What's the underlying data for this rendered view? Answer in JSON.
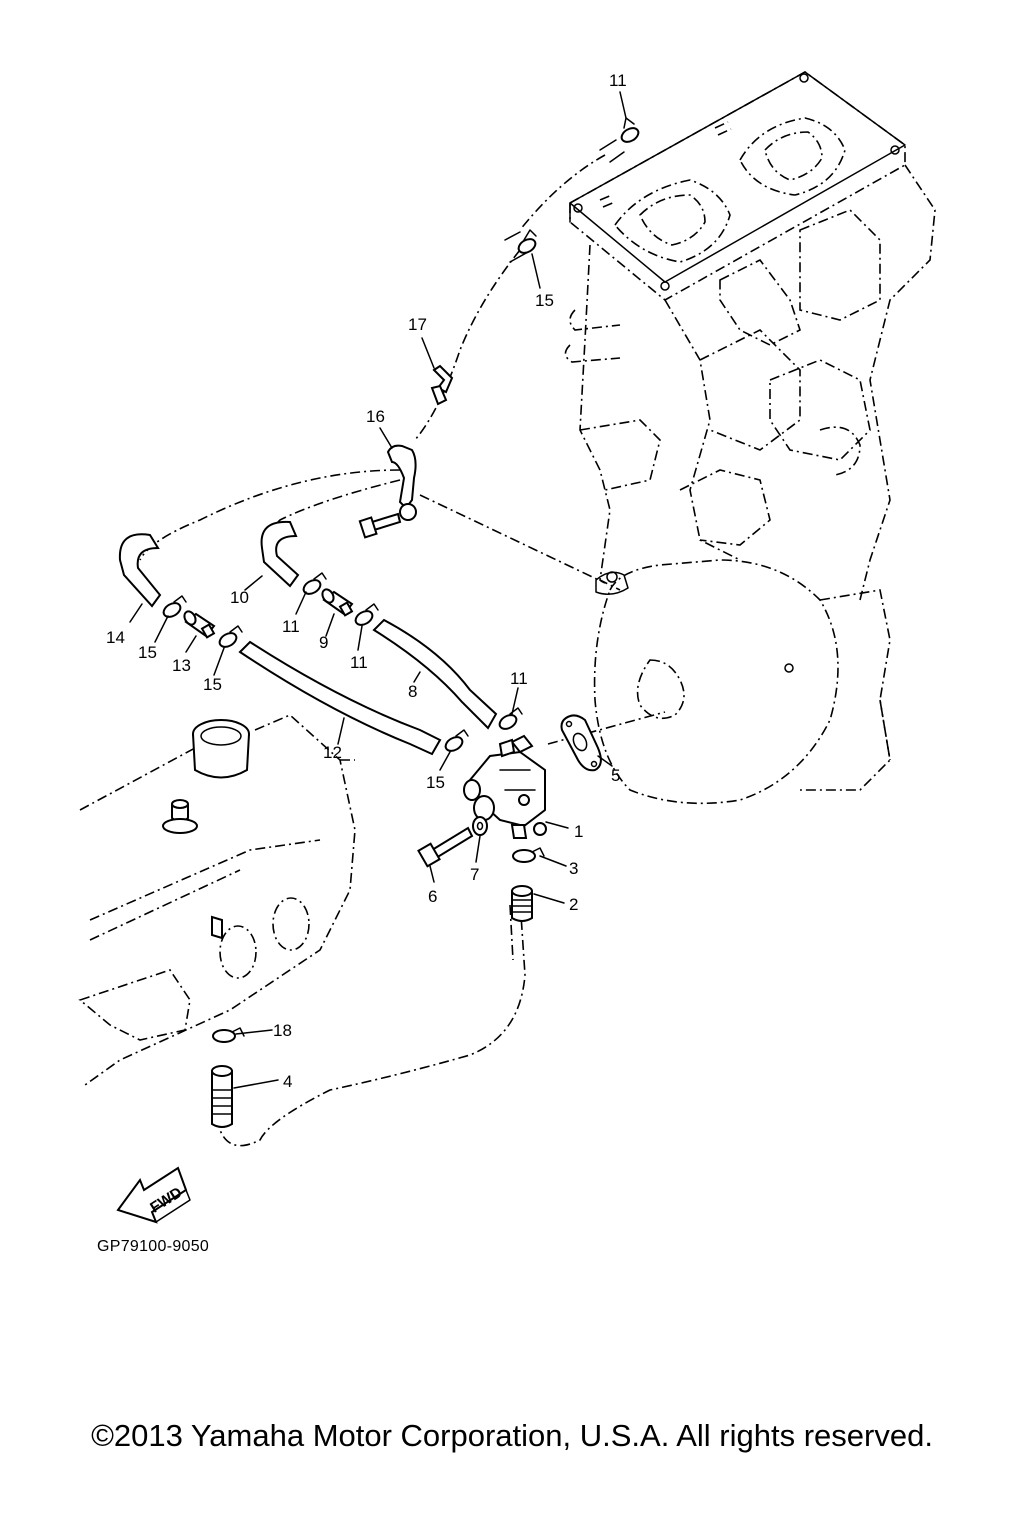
{
  "diagram": {
    "callouts": [
      {
        "id": "1",
        "text": "1"
      },
      {
        "id": "2",
        "text": "2"
      },
      {
        "id": "3",
        "text": "3"
      },
      {
        "id": "4",
        "text": "4"
      },
      {
        "id": "5",
        "text": "5"
      },
      {
        "id": "6",
        "text": "6"
      },
      {
        "id": "7",
        "text": "7"
      },
      {
        "id": "8",
        "text": "8"
      },
      {
        "id": "9",
        "text": "9"
      },
      {
        "id": "10",
        "text": "10"
      },
      {
        "id": "11a",
        "text": "11"
      },
      {
        "id": "11b",
        "text": "11"
      },
      {
        "id": "11c",
        "text": "11"
      },
      {
        "id": "11d",
        "text": "11"
      },
      {
        "id": "12",
        "text": "12"
      },
      {
        "id": "13",
        "text": "13"
      },
      {
        "id": "14",
        "text": "14"
      },
      {
        "id": "15a",
        "text": "15"
      },
      {
        "id": "15b",
        "text": "15"
      },
      {
        "id": "15c",
        "text": "15"
      },
      {
        "id": "15d",
        "text": "15"
      },
      {
        "id": "16",
        "text": "16"
      },
      {
        "id": "17",
        "text": "17"
      },
      {
        "id": "18",
        "text": "18"
      }
    ],
    "fwd_label": "FWD",
    "diagram_code": "GP79100-9050"
  },
  "footer": {
    "copyright": "©2013 Yamaha Motor Corporation, U.S.A. All rights reserved."
  }
}
